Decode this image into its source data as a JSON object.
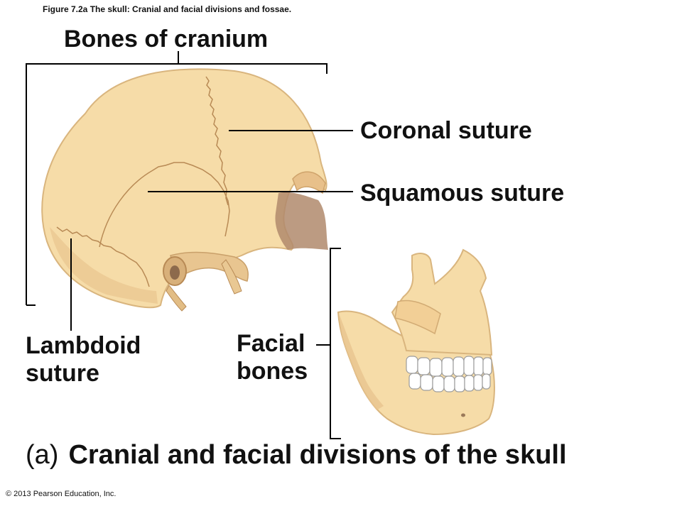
{
  "figure_caption": "Figure 7.2a  The skull: Cranial and facial divisions and fossae.",
  "labels": {
    "bones_of_cranium": "Bones of cranium",
    "coronal_suture": "Coronal suture",
    "squamous_suture": "Squamous suture",
    "lambdoid_suture": "Lambdoid suture",
    "facial_bones": "Facial bones"
  },
  "panel": {
    "letter": "(a)",
    "title": "Cranial and facial divisions of the skull"
  },
  "copyright": "© 2013 Pearson Education, Inc.",
  "colors": {
    "bone": "#f6dca8",
    "bone_shadow": "#e2bd85",
    "suture": "#b88a55",
    "cavity": "#b08a6c",
    "teeth": "#ffffff",
    "leader": "#000000"
  }
}
